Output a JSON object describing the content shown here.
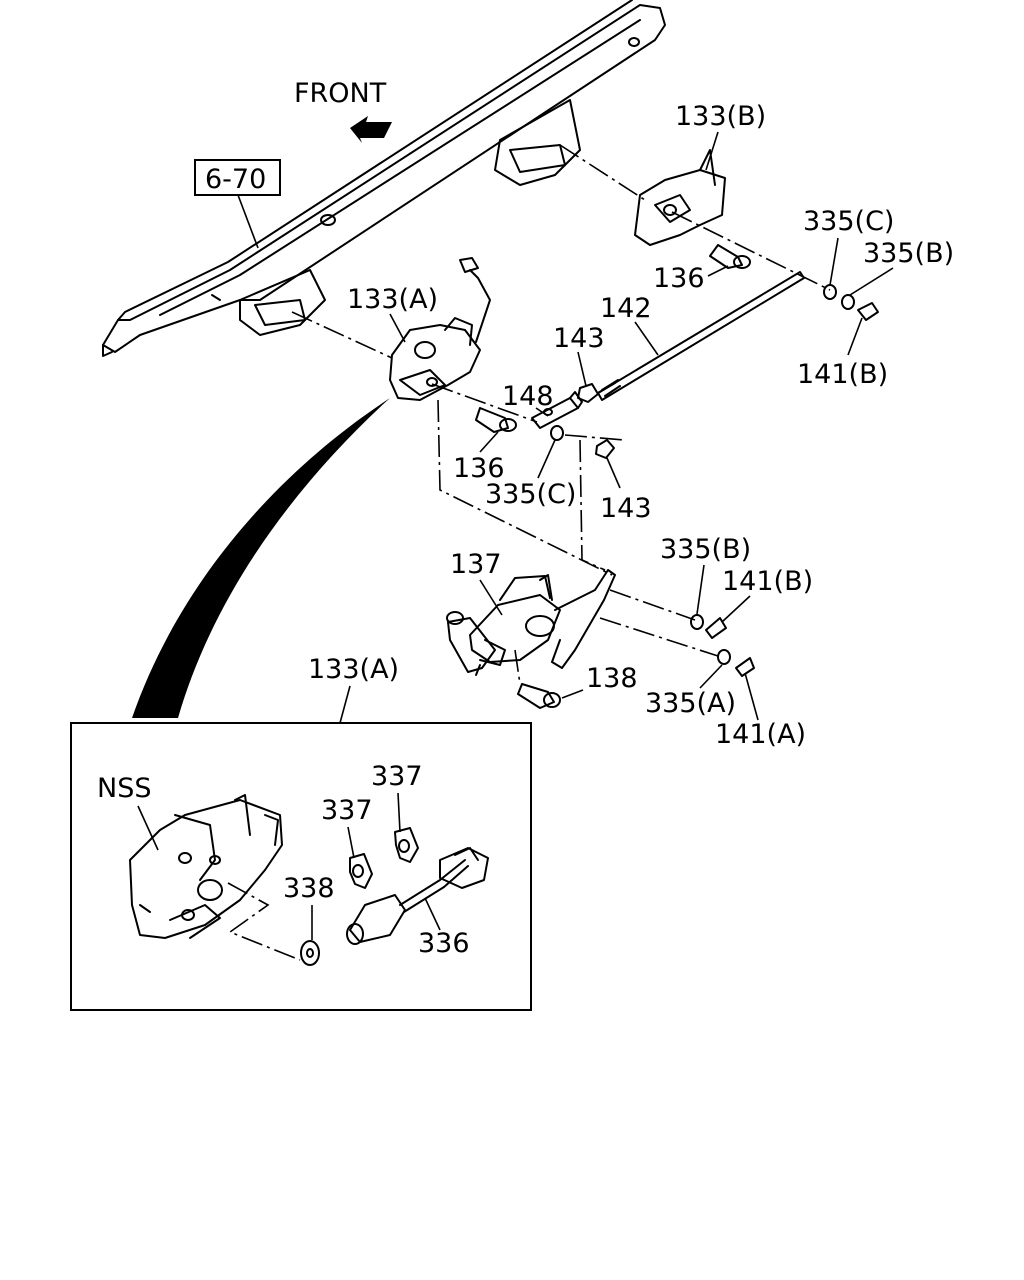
{
  "front_label": "FRONT",
  "ref_box": "6-70",
  "parts": {
    "p133b": "133(B)",
    "p335c_top": "335(C)",
    "p335b_top": "335(B)",
    "p136_top": "136",
    "p141b_top": "141(B)",
    "p133a": "133(A)",
    "p142": "142",
    "p143_top": "143",
    "p148": "148",
    "p136_mid": "136",
    "p335c_mid": "335(C)",
    "p143_mid": "143",
    "p335b_mid": "335(B)",
    "p141b_mid": "141(B)",
    "p137": "137",
    "p138": "138",
    "p335a": "335(A)",
    "p141a": "141(A)",
    "p133a_detail": "133(A)"
  },
  "detail": {
    "nss": "NSS",
    "p337_upper": "337",
    "p337_lower": "337",
    "p338": "338",
    "p336": "336"
  }
}
